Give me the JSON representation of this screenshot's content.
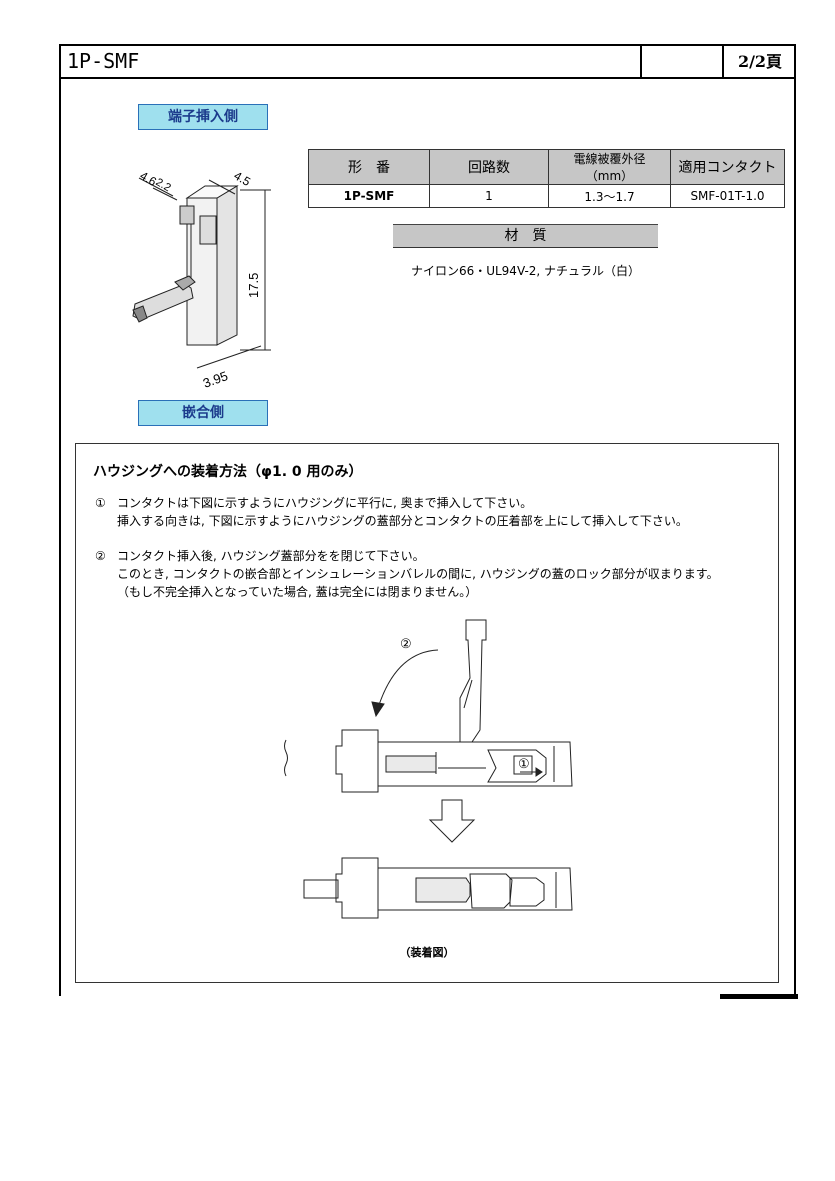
{
  "header": {
    "title": "1P-SMF",
    "page": "2/2頁"
  },
  "tags": {
    "terminal_side": "端子挿入側",
    "mating_side": "嵌合側"
  },
  "dimensions": {
    "d1": "4.6",
    "d2": "2.2",
    "d3": "4.5",
    "height": "17.5",
    "bottom": "3.95"
  },
  "spec_table": {
    "headers": [
      "形　番",
      "回路数",
      "電線被覆外径（mm）",
      "適用コンタクト"
    ],
    "row": [
      "1P-SMF",
      "1",
      "1.3〜1.7",
      "SMF-01T-1.0"
    ]
  },
  "material": {
    "header": "材　質",
    "value": "ナイロン66・UL94V-2, ナチュラル（白）"
  },
  "method": {
    "title": "ハウジングへの装着方法（φ1. 0 用のみ）",
    "step1": {
      "num": "①",
      "line1": "コンタクトは下図に示すようにハウジングに平行に, 奥まで挿入して下さい。",
      "line2": "挿入する向きは, 下図に示すようにハウジングの蓋部分とコンタクトの圧着部を上にして挿入して下さい。"
    },
    "step2": {
      "num": "②",
      "line1": "コンタクト挿入後, ハウジング蓋部分をを閉じて下さい。",
      "line2": "このとき, コンタクトの嵌合部とインシュレーションバレルの間に, ハウジングの蓋のロック部分が収まります。",
      "line3": "（もし不完全挿入となっていた場合, 蓋は完全には閉まりません。）"
    },
    "marker1": "①",
    "marker2": "②",
    "caption": "（装着図）"
  }
}
